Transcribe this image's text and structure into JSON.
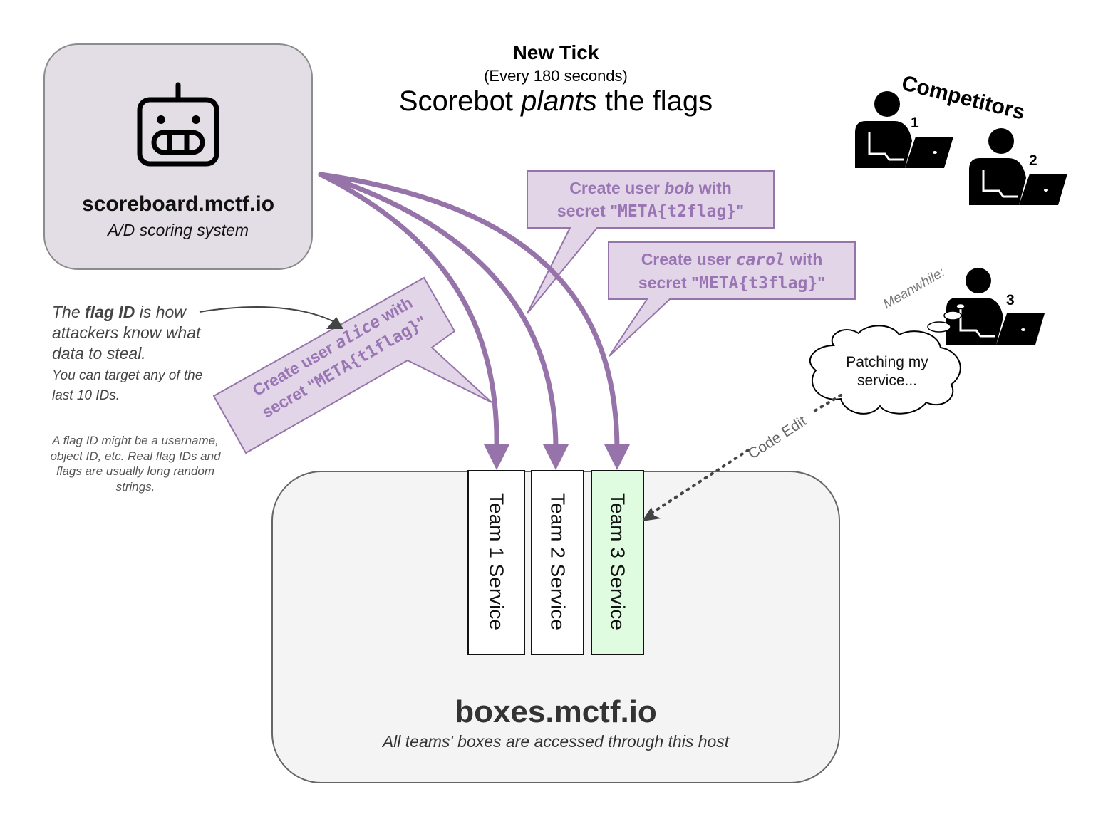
{
  "scoreboard": {
    "icon": "robot-icon",
    "title": "scoreboard.mctf.io",
    "subtitle": "A/D scoring system"
  },
  "tick": {
    "title": "New Tick",
    "interval": "(Every 180 seconds)",
    "desc_prefix": "Scorebot ",
    "desc_emphasis": "plants",
    "desc_suffix": " the flags"
  },
  "competitors": {
    "label": "Competitors",
    "icon": "person-laptop-icon",
    "items": [
      {
        "number": "1"
      },
      {
        "number": "2"
      },
      {
        "number": "3"
      }
    ],
    "meanwhile": "Meanwhile:",
    "thought": "Patching my service...",
    "code_edit_label": "Code Edit"
  },
  "notes": {
    "main_prefix": "The ",
    "main_bold": "flag ID",
    "main_suffix": " is how attackers know what data to steal.",
    "target": "You can target any of the last 10 IDs.",
    "small": "A flag ID might be a username, object ID, etc. Real flag IDs and flags are usually long random strings."
  },
  "callouts": [
    {
      "prefix": "Create user ",
      "user": "alice",
      "mid": " with",
      "secret_prefix": "secret \"",
      "flag": "META{t1flag}",
      "secret_suffix": "\""
    },
    {
      "prefix": "Create user ",
      "user": "bob",
      "mid": " with",
      "secret_prefix": "secret \"",
      "flag": "META{t2flag}",
      "secret_suffix": "\""
    },
    {
      "prefix": "Create user ",
      "user": "carol",
      "mid": " with",
      "secret_prefix": "secret \"",
      "flag": "META{t3flag}",
      "secret_suffix": "\""
    }
  ],
  "boxes": {
    "title": "boxes.mctf.io",
    "subtitle": "All teams' boxes are accessed through this host",
    "services": [
      {
        "label": "Team 1 Service"
      },
      {
        "label": "Team 2 Service"
      },
      {
        "label": "Team 3 Service",
        "highlight": true
      }
    ]
  },
  "colors": {
    "arrow": "#9674aa",
    "callout_fill": "#e1d5e7",
    "callout_text": "#9a75b4",
    "scoreboard_fill": "#e3dde6",
    "boxes_fill": "#f4f4f4",
    "patched_service": "#e0fce0"
  }
}
